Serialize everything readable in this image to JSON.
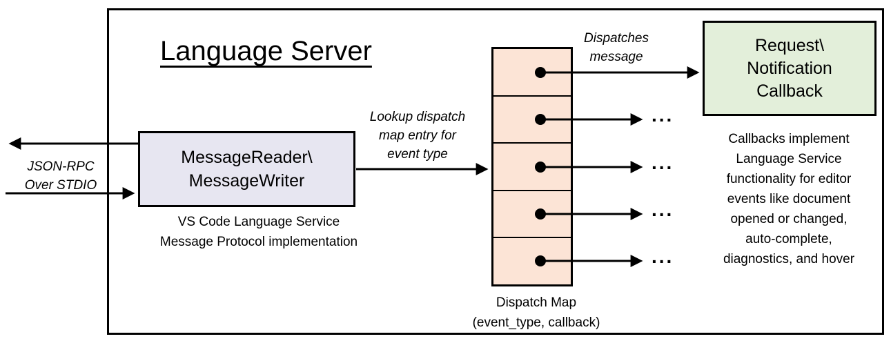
{
  "title": "Language Server",
  "stdio": {
    "line1": "JSON-RPC",
    "line2": "Over STDIO"
  },
  "reader_box": {
    "line1": "MessageReader\\",
    "line2": "MessageWriter"
  },
  "reader_caption": {
    "line1": "VS Code Language Service",
    "line2": "Message Protocol implementation"
  },
  "lookup_label": {
    "line1": "Lookup dispatch",
    "line2": "map entry for",
    "line3": "event type"
  },
  "dispatch_label": {
    "line1": "Dispatches",
    "line2": "message"
  },
  "callback_box": {
    "line1": "Request\\",
    "line2": "Notification",
    "line3": "Callback"
  },
  "callback_note": {
    "lines": [
      "Callbacks implement",
      "Language Service",
      "functionality for editor",
      "events like document",
      "opened or changed,",
      "auto-complete,",
      "diagnostics, and hover"
    ]
  },
  "map_caption": {
    "line1": "Dispatch Map",
    "line2": "(event_type, callback)"
  },
  "ellipsis": "...",
  "colors": {
    "reader_box_fill": "#e7e6f1",
    "dispatch_cell_fill": "#fce4d6",
    "callback_box_fill": "#e3efda",
    "line": "#000000"
  }
}
